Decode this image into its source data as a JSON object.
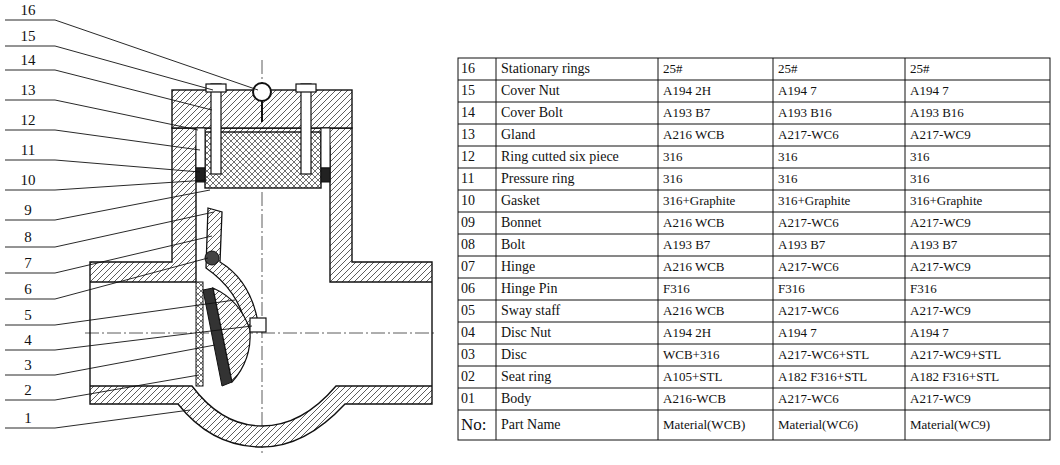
{
  "diagram": {
    "labels": [
      "16",
      "15",
      "14",
      "13",
      "12",
      "11",
      "10",
      "9",
      "8",
      "7",
      "6",
      "5",
      "4",
      "3",
      "2",
      "1",
      "16",
      "Stationary rings",
      "25#",
      "25#",
      "25#",
      "15",
      "Cover Nut",
      "A194 2H",
      "A194 7",
      "A194 7",
      "14",
      "Cover Bolt",
      "A193 B7",
      "A193 B16",
      "A193 B16",
      "13",
      "Gland",
      "A216 WCB",
      "A217-WC6",
      "A217-WC9",
      "12",
      "Ring cutted six piece",
      "316",
      "316",
      "316",
      "11",
      "Pressure ring",
      "316",
      "316",
      "316",
      "10",
      "Gasket",
      "316+Graphite",
      "316+Graphite",
      "316+Graphite",
      "09",
      "Bonnet",
      "A216 WCB",
      "A217-WC6",
      "A217-WC9",
      "08",
      "Bolt",
      "A193 B7",
      "A193 B7",
      "A193 B7",
      "07",
      "Hinge",
      "A216 WCB",
      "A217-WC6",
      "A217-WC9",
      "06",
      "Hinge Pin",
      "F316",
      "F316",
      "F316",
      "05",
      "Sway staff",
      "A216 WCB",
      "A217-WC6",
      "A217-WC9",
      "04",
      "Disc Nut",
      "A194 2H",
      "A194 7",
      "A194 7",
      "03",
      "Disc",
      "WCB+316",
      "A217-WC6+STL",
      "A217-WC9+STL",
      "02",
      "Seat ring",
      "A105+STL",
      "A182 F316+STL",
      "A182 F316+STL",
      "01",
      "Body",
      "A216-WCB",
      "A217-WC6",
      "A217-WC9",
      "No:",
      "Part Name",
      "Material(WCB)",
      "Material(WC6)",
      "Material(WC9)"
    ]
  }
}
